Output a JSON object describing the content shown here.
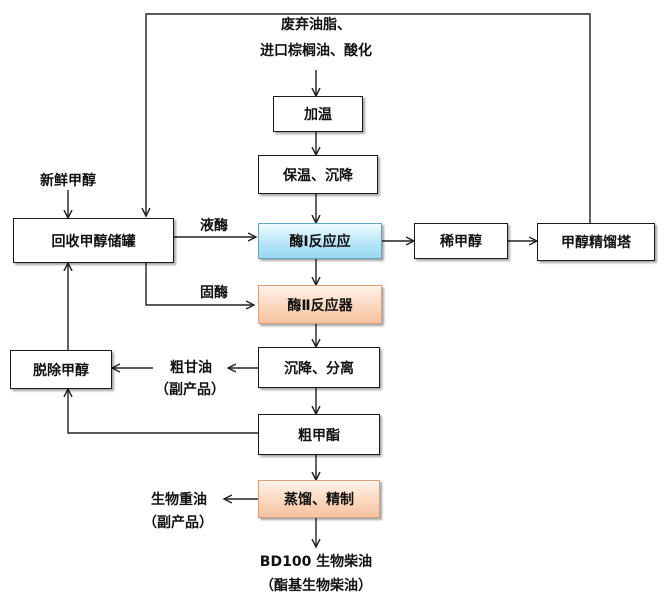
{
  "nodes": {
    "heating": "加温",
    "hold_settle": "保温、沉降",
    "enzyme1_reactor": "酶Ⅰ反应应",
    "enzyme2_reactor": "酶Ⅱ反应器",
    "settle_separate": "沉降、分离",
    "crude_ester": "粗甲酯",
    "distill_refine": "蒸馏、精制",
    "methanol_storage": "回收甲醇储罐",
    "dilute_methanol": "稀甲醇",
    "methanol_tower": "甲醇精馏塔",
    "remove_methanol": "脱除甲醇"
  },
  "labels": {
    "feed_line1": "废弃油脂、",
    "feed_line2": "进口棕榈油、酸化",
    "fresh_methanol": "新鲜甲醇",
    "liquid_enzyme": "液酶",
    "solid_enzyme": "固酶",
    "crude_glycerol": "粗甘油",
    "byproduct_1": "（副产品）",
    "heavy_oil": "生物重油",
    "byproduct_2": "（副产品）",
    "product_line1": "BD100 生物柴油",
    "product_line2": "（酯基生物柴油）"
  }
}
